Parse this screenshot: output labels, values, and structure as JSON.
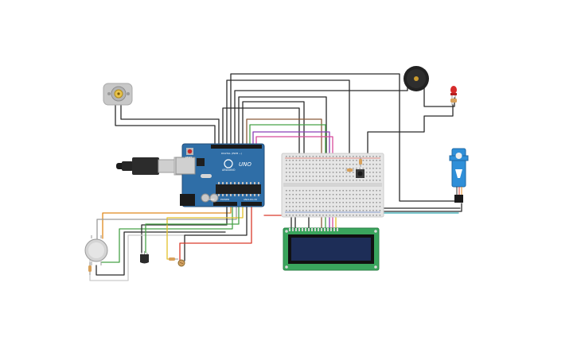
{
  "arduino": {
    "brand": "UNO",
    "maker": "ARDUINO",
    "header_digital": "DIGITAL (PWM ~)",
    "header_power": "POWER",
    "header_analog": "ANALOG IN",
    "label_reset": "RESET",
    "label_ioref": "IOREF"
  },
  "components": {
    "dc_motor": "dc-motor",
    "piezo_buzzer": "piezo-buzzer",
    "led": "red-led",
    "servo": "micro-servo",
    "usb_cable": "usb-cable",
    "breadboard": "half-breadboard",
    "lcd": "lcd-16x2",
    "gas_sensor": "gas-sensor",
    "temp_sensor": "temperature-sensor",
    "photoresistor": "photoresistor"
  },
  "colors": {
    "arduino_board": "#2f6ea7",
    "lcd_pcb": "#3aa55d",
    "lcd_screen": "#1d2d57",
    "breadboard": "#e6e6e6",
    "wire_dark": "#2b2b2b",
    "wire_orange": "#e08a1e",
    "wire_yellow": "#e2c12a",
    "wire_green": "#47a247",
    "wire_red": "#d93a2b",
    "wire_purple": "#8b3fb7",
    "wire_brown": "#8a5a3a",
    "wire_teal": "#2aa6b0",
    "wire_pink": "#d84b9a",
    "wire_gray": "#9a9a9a",
    "buzzer": "#222222",
    "servo": "#2f8fd8",
    "led": "#d62a2a"
  }
}
